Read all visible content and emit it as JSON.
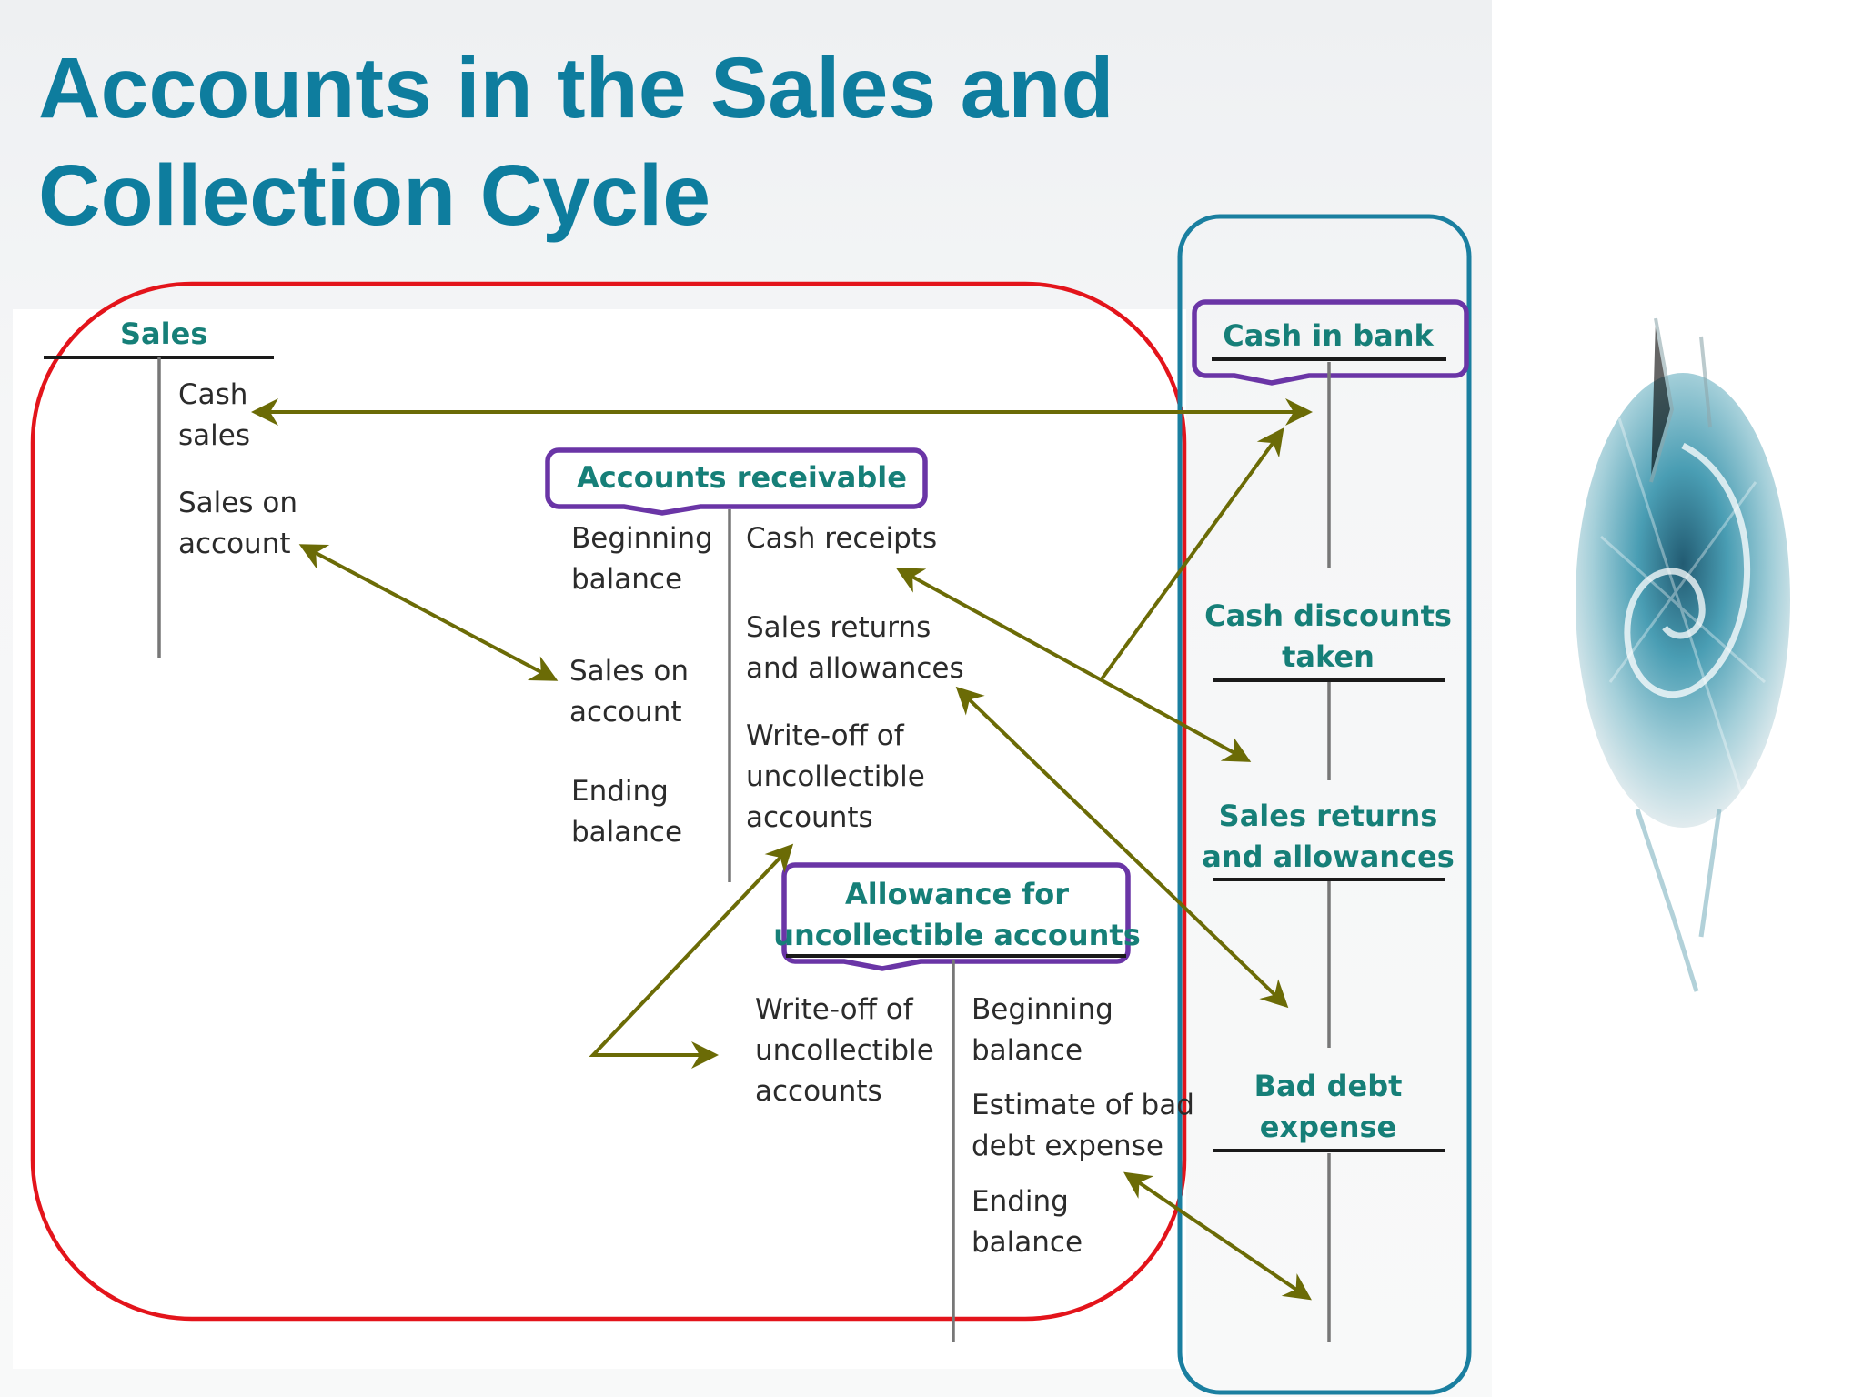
{
  "title": "Accounts in the Sales and Collection Cycle",
  "accounts": {
    "sales": {
      "title": "Sales",
      "credits": [
        "Cash",
        "sales",
        "Sales on",
        "account"
      ]
    },
    "accounts_receivable": {
      "title": "Accounts receivable",
      "debits": [
        "Beginning",
        "balance",
        "Sales on",
        "account",
        "Ending",
        "balance"
      ],
      "credits": [
        "Cash receipts",
        "Sales returns",
        "and allowances",
        "Write-off of",
        "uncollectible",
        "accounts"
      ]
    },
    "allowance": {
      "title_line1": "Allowance for",
      "title_line2": "uncollectible accounts",
      "debits": [
        "Write-off of",
        "uncollectible",
        "accounts"
      ],
      "credits": [
        "Beginning",
        "balance",
        "Estimate of bad",
        "debt expense",
        "Ending",
        "balance"
      ]
    },
    "cash_in_bank": {
      "title": "Cash in bank"
    },
    "cash_discounts": {
      "title_line1": "Cash discounts",
      "title_line2": "taken"
    },
    "sales_returns": {
      "title_line1": "Sales returns",
      "title_line2": "and allowances"
    },
    "bad_debt": {
      "title_line1": "Bad debt",
      "title_line2": "expense"
    }
  },
  "colors": {
    "title": "#0e7d9e",
    "account_header": "#167f78",
    "arrow": "#6b6b06",
    "red_outline": "#e3141b",
    "teal_outline": "#1a7fa0",
    "purple_outline": "#6a35a6"
  }
}
